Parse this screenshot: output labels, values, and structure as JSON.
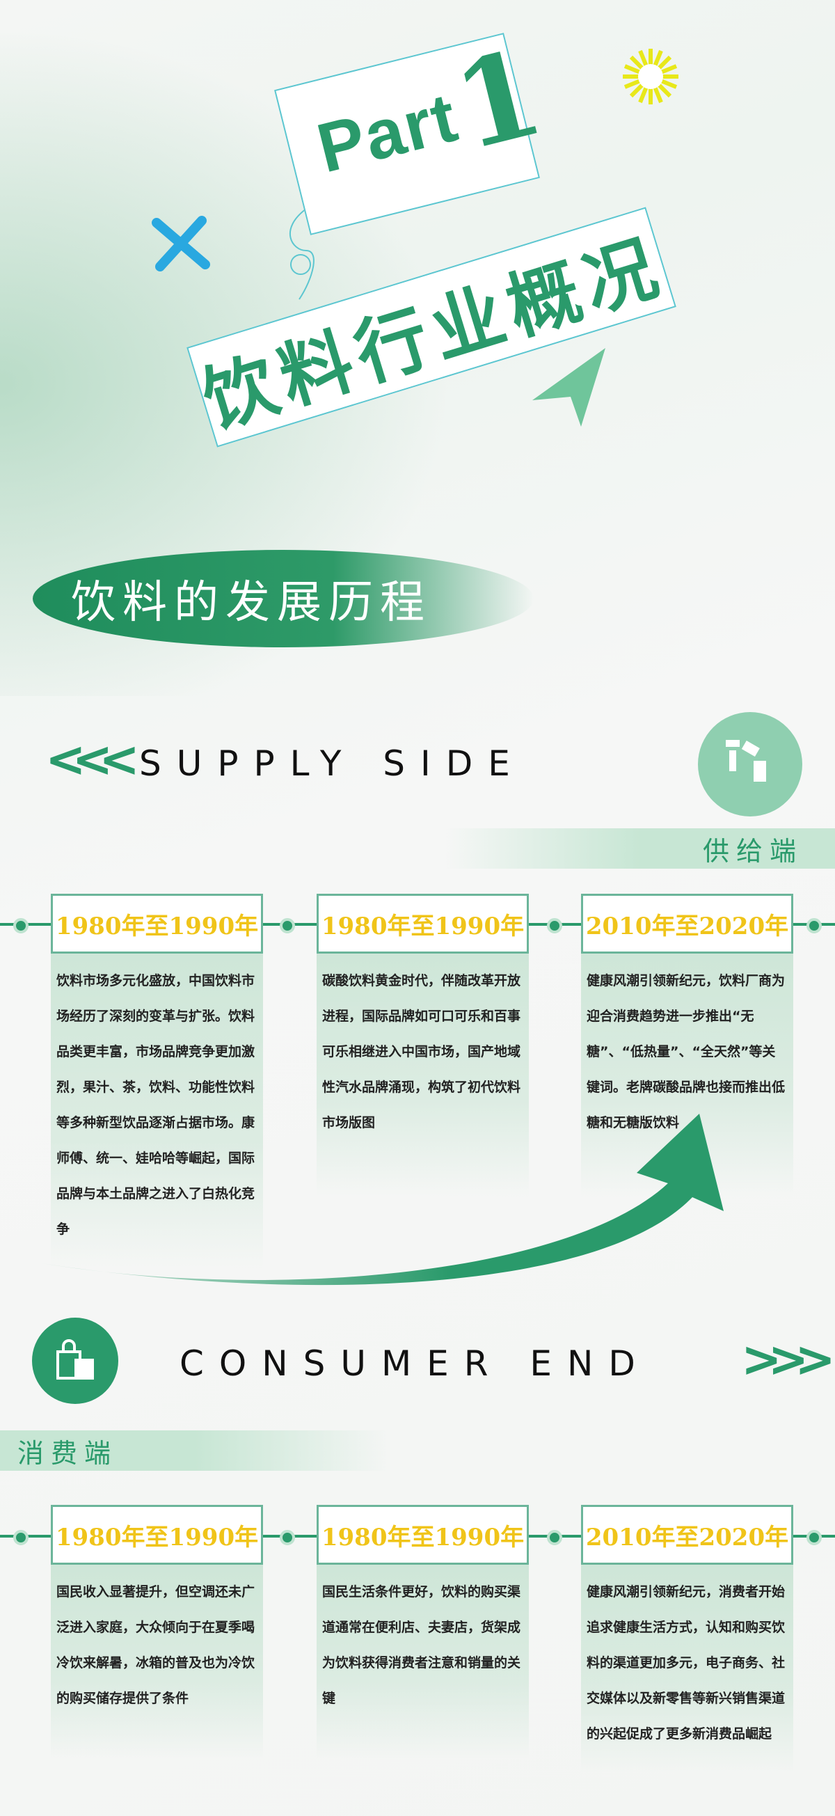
{
  "header": {
    "part_label": "Part",
    "part_number": "1",
    "title": "饮料行业概况"
  },
  "section_title": "饮料的发展历程",
  "supply": {
    "heading": "SUPPLY SIDE",
    "subheading": "供给端",
    "icon": "robot-arm-icon",
    "items": [
      {
        "period": "1980年至1990年",
        "text": "饮料市场多元化盛放，中国饮料市场经历了深刻的变革与扩张。饮料品类更丰富，市场品牌竞争更加激烈，果汁、茶，饮料、功能性饮料等多种新型饮品逐渐占据市场。康师傅、统一、娃哈哈等崛起，国际品牌与本土品牌之进入了白热化竞争"
      },
      {
        "period": "1980年至1990年",
        "text": "碳酸饮料黄金时代，伴随改革开放进程，国际品牌如可口可乐和百事可乐相继进入中国市场，国产地域性汽水品牌涌现，构筑了初代饮料市场版图"
      },
      {
        "period": "2010年至2020年",
        "text": "健康风潮引领新纪元，饮料厂商为迎合消费趋势进一步推出“无糖”、“低热量”、“全天然”等关键词。老牌碳酸品牌也接而推出低糖和无糖版饮料"
      }
    ]
  },
  "consumer": {
    "heading": "CONSUMER END",
    "subheading": "消费端",
    "icon": "shopping-bag-icon",
    "items": [
      {
        "period": "1980年至1990年",
        "text": "国民收入显著提升，但空调还未广泛进入家庭，大众倾向于在夏季喝冷饮来解暑，冰箱的普及也为冷饮的购买储存提供了条件"
      },
      {
        "period": "1980年至1990年",
        "text": "国民生活条件更好，饮料的购买渠道通常在便利店、夫妻店，货架成为饮料获得消费者注意和销量的关键"
      },
      {
        "period": "2010年至2020年",
        "text": "健康风潮引领新纪元，消费者开始追求健康生活方式，认知和购买饮料的渠道更加多元，电子商务、社交媒体以及新零售等新兴销售渠道的兴起促成了更多新消费品崛起"
      }
    ]
  },
  "colors": {
    "primary": "#2a9a6b",
    "accent_yellow": "#f0c419",
    "outline_cyan": "#5cc6d0",
    "cross_blue": "#29a8e0"
  }
}
